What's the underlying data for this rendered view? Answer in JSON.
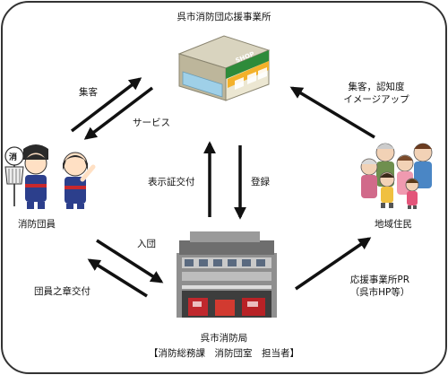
{
  "nodes": {
    "office": {
      "title": "呉市消防団応援事業所",
      "sign": "SHOP"
    },
    "members": {
      "title": "消防団員",
      "badge": "消"
    },
    "residents": {
      "title": "地域住民"
    },
    "hq": {
      "title": "呉市消防局",
      "subtitle": "【消防総務課　消防団室　担当者】"
    }
  },
  "edges": {
    "members_to_office": "集客",
    "office_to_members": "サービス",
    "hq_to_office": "表示証交付",
    "office_to_hq": "登録",
    "office_to_residents": [
      "集客，認知度",
      "イメージアップ"
    ],
    "members_to_hq": "入団",
    "hq_to_members": "団員之章交付",
    "hq_to_residents": [
      "応援事業所PR",
      "（呉市HP等）"
    ]
  },
  "colors": {
    "frame": "#333333",
    "arrow": "#111111"
  }
}
